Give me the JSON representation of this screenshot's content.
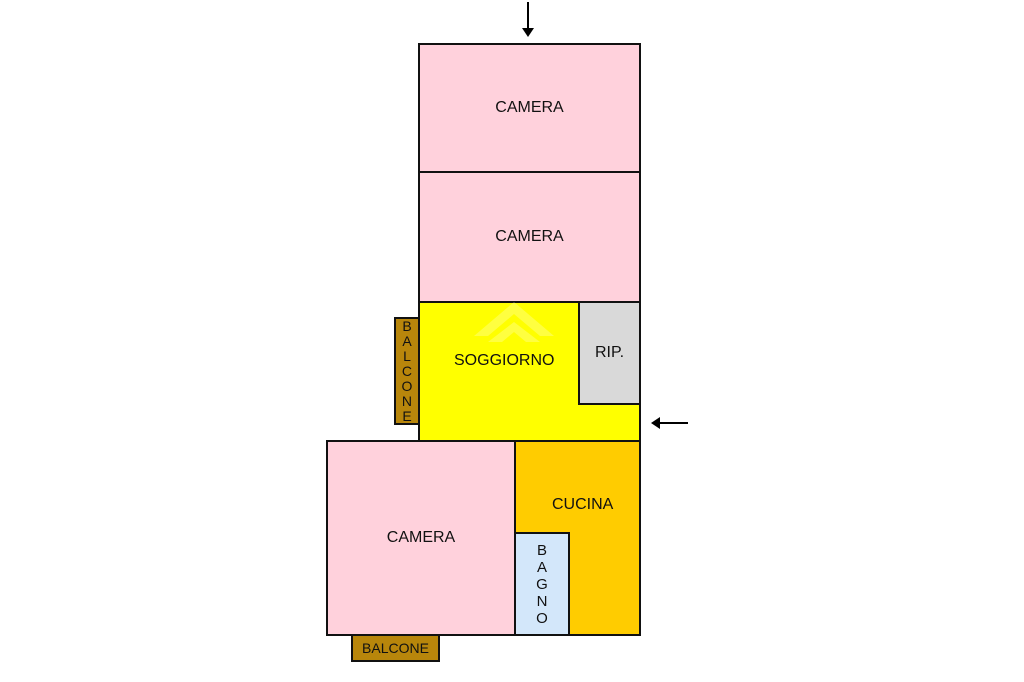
{
  "colors": {
    "bedroom": "#FFD1DC",
    "living": "#FFFF00",
    "kitchen": "#FFCC00",
    "storage": "#D9D9D9",
    "bathroom": "#D3E7FA",
    "balcony": "#B8860B",
    "wall": "#111111"
  },
  "rooms": {
    "camera_top": "CAMERA",
    "camera_middle": "CAMERA",
    "soggiorno": "SOGGIORNO",
    "ripostiglio": "RIP.",
    "camera_bottom": "CAMERA",
    "cucina": "CUCINA",
    "bagno": "BAGNO",
    "balcone_side": "BALCONE",
    "balcone_bottom": "BALCONE"
  },
  "icons": {
    "arrow_top": "arrow-down-icon",
    "arrow_right": "arrow-left-icon",
    "watermark": "house-logo-icon"
  }
}
